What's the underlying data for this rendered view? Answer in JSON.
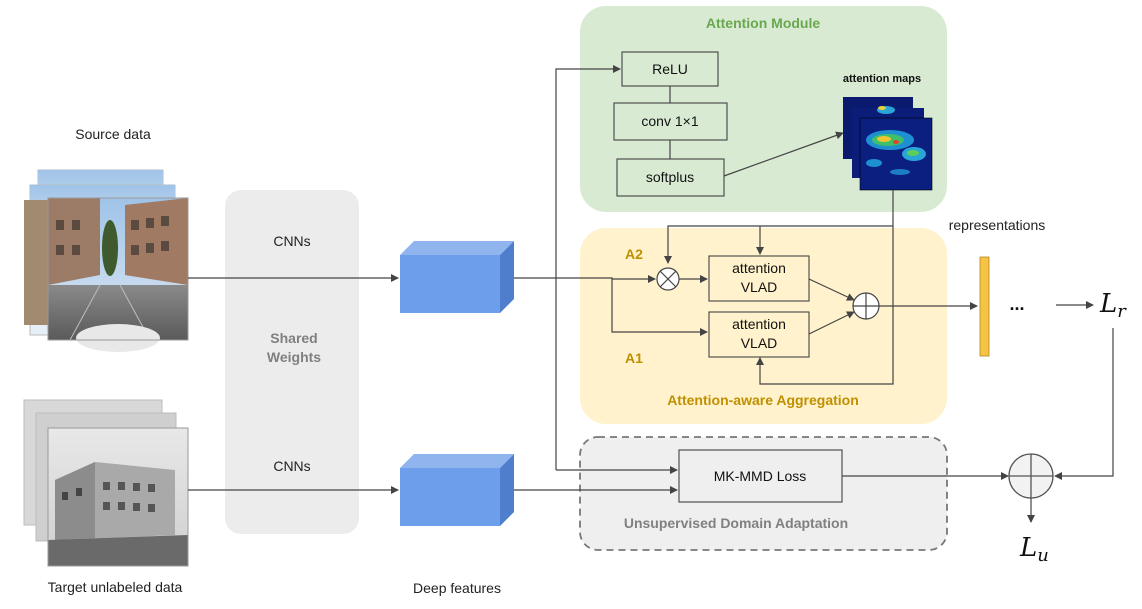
{
  "labels": {
    "source_data": "Source data",
    "target_data": "Target  unlabeled data",
    "cnns_top": "CNNs",
    "cnns_bottom": "CNNs",
    "shared_line1": "Shared",
    "shared_line2": "Weights",
    "deep_features": "Deep features",
    "representations": "representations",
    "ellipsis": "...",
    "lr_main": "L",
    "lr_sub": "r",
    "lu_main": "L",
    "lu_sub": "u"
  },
  "attention_module": {
    "title": "Attention Module",
    "relu": "ReLU",
    "conv": "conv 1×1",
    "softplus": "softplus",
    "maps_label": "attention maps"
  },
  "aggregation": {
    "title": "Attention-aware Aggregation",
    "a2": "A2",
    "a1": "A1",
    "vlad_top_line1": "attention",
    "vlad_top_line2": "VLAD",
    "vlad_bottom_line1": "attention",
    "vlad_bottom_line2": "VLAD"
  },
  "adaptation": {
    "title": "Unsupervised Domain Adaptation",
    "mmd": "MK-MMD Loss"
  },
  "colors": {
    "attention_bg": "#d9ead3",
    "attention_title": "#6aa84f",
    "aggregation_bg": "#fff2cc",
    "aggregation_title": "#bf9000",
    "adaptation_bg": "#efefef",
    "adaptation_title": "#808080",
    "feature_cube": "#6d9eeb",
    "representation_bar": "#f6c344"
  }
}
